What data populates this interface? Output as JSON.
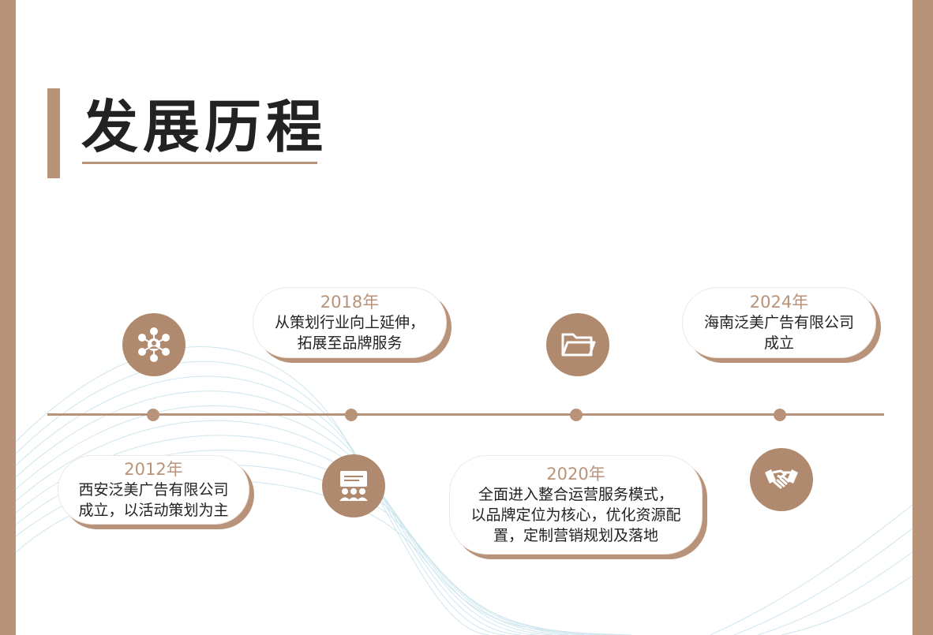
{
  "page": {
    "title": "发展历程",
    "accent_color": "#b8937a",
    "text_color": "#222222"
  },
  "timeline": {
    "events": [
      {
        "year": "2012年",
        "text": "西安泛美广告有限公司\n成立，以活动策划为主",
        "icon": "network-icon"
      },
      {
        "year": "2018年",
        "text": "从策划行业向上延伸，\n拓展至品牌服务",
        "icon": "presentation-audience-icon"
      },
      {
        "year": "2020年",
        "text": "全面进入整合运营服务模式，\n以品牌定位为核心，优化资源配\n置，定制营销规划及落地",
        "icon": "folder-icon"
      },
      {
        "year": "2024年",
        "text": "海南泛美广告有限公司\n成立",
        "icon": "handshake-icon"
      }
    ]
  }
}
